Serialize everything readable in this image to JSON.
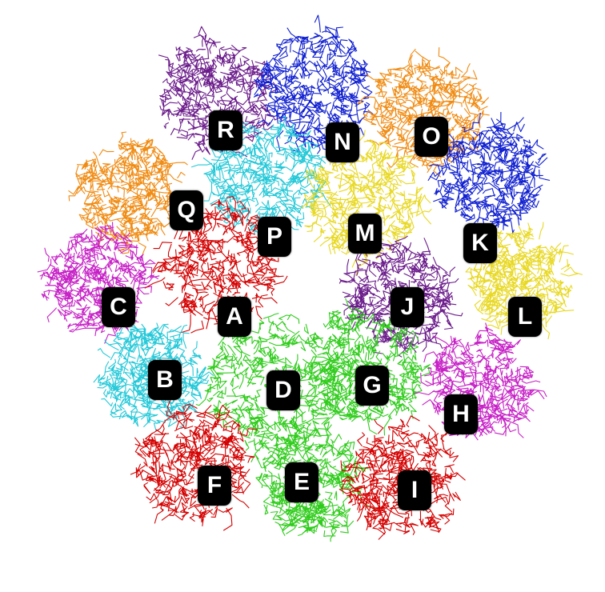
{
  "figure": {
    "description_type": "protein-assembly-render",
    "chains": [
      {
        "id": "A",
        "color": "#d40000"
      },
      {
        "id": "B",
        "color": "#22c8d8"
      },
      {
        "id": "C",
        "color": "#c61fc6"
      },
      {
        "id": "D",
        "color": "#2ecc1a"
      },
      {
        "id": "E",
        "color": "#2ecc1a"
      },
      {
        "id": "F",
        "color": "#d40000"
      },
      {
        "id": "G",
        "color": "#2ecc1a"
      },
      {
        "id": "H",
        "color": "#c61fc6"
      },
      {
        "id": "I",
        "color": "#d40000"
      },
      {
        "id": "J",
        "color": "#6a1a8a"
      },
      {
        "id": "K",
        "color": "#1020d0"
      },
      {
        "id": "L",
        "color": "#e8d820"
      },
      {
        "id": "M",
        "color": "#e8d820"
      },
      {
        "id": "N",
        "color": "#1020d0"
      },
      {
        "id": "O",
        "color": "#f08a10"
      },
      {
        "id": "P",
        "color": "#22c8d8"
      },
      {
        "id": "Q",
        "color": "#f08a10"
      },
      {
        "id": "R",
        "color": "#6a1a8a"
      }
    ]
  }
}
